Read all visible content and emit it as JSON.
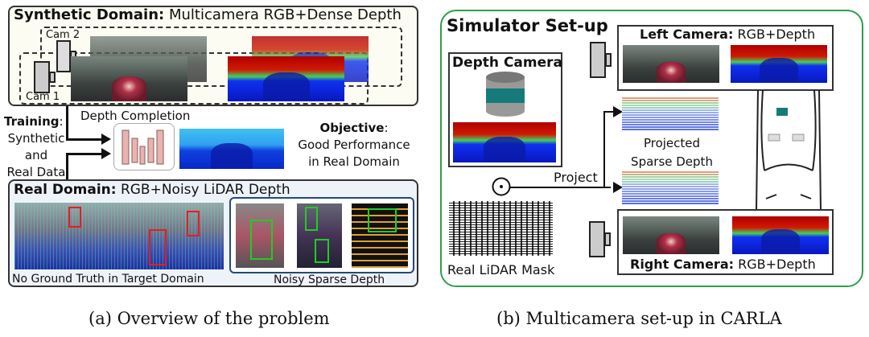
{
  "panel_a": {
    "synthetic": {
      "title_bold": "Synthetic Domain:",
      "title_rest": " Multicamera RGB+Dense Depth",
      "cam2": "Cam 2",
      "cam1": "Cam 1"
    },
    "training": {
      "bold": "Training",
      "colon": ":",
      "lines": [
        "Synthetic",
        "and",
        "Real Data"
      ]
    },
    "depth_completion": "Depth Completion",
    "objective": {
      "bold": "Objective",
      "colon": ":",
      "lines": [
        "Good Performance",
        "in Real Domain"
      ]
    },
    "real": {
      "title_bold": "Real Domain:",
      "title_rest": " RGB+Noisy LiDAR Depth",
      "left_caption": "No Ground Truth in Target Domain",
      "right_caption": "Noisy Sparse Depth"
    },
    "caption": "(a) Overview of the problem"
  },
  "panel_b": {
    "title": "Simulator Set-up",
    "depth_camera": "Depth Camera",
    "project": "Project",
    "projected": [
      "Projected",
      "Sparse Depth"
    ],
    "lidar_mask": "Real LiDAR Mask",
    "left_camera": {
      "bold": "Left Camera:",
      "rest": " RGB+Depth"
    },
    "right_camera": {
      "bold": "Right Camera:",
      "rest": " RGB+Depth"
    },
    "border_color": "#2e9e4f",
    "caption": "(b) Multicamera set-up in CARLA"
  }
}
